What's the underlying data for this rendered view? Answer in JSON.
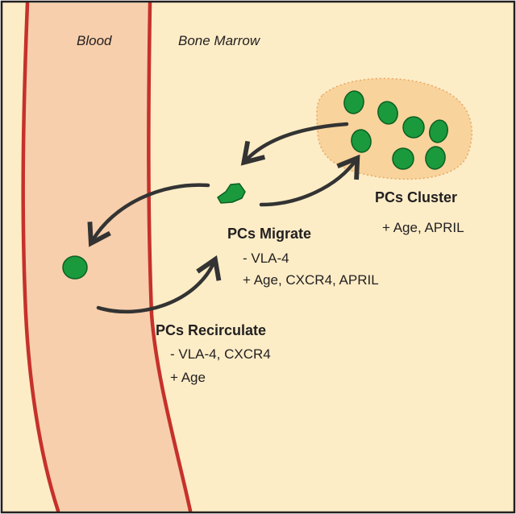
{
  "regions": {
    "blood": "Blood",
    "bone_marrow": "Bone Marrow"
  },
  "stages": {
    "cluster": {
      "heading": "PCs Cluster",
      "factors": [
        "+ Age, APRIL"
      ]
    },
    "migrate": {
      "heading": "PCs Migrate",
      "factors": [
        "- VLA-4",
        "+ Age, CXCR4, APRIL"
      ]
    },
    "recirculate": {
      "heading": "PCs Recirculate",
      "factors": [
        "- VLA-4, CXCR4",
        "+ Age"
      ]
    }
  },
  "colors": {
    "background": "#fcedc7",
    "vessel": "#f7cfac",
    "vessel_wall": "#c6312b",
    "cluster_niche": "#f8d39b",
    "cell_fill": "#1a9a3c",
    "cell_outline": "#0c5f23",
    "arrow": "#333333",
    "frame": "#231f20"
  }
}
